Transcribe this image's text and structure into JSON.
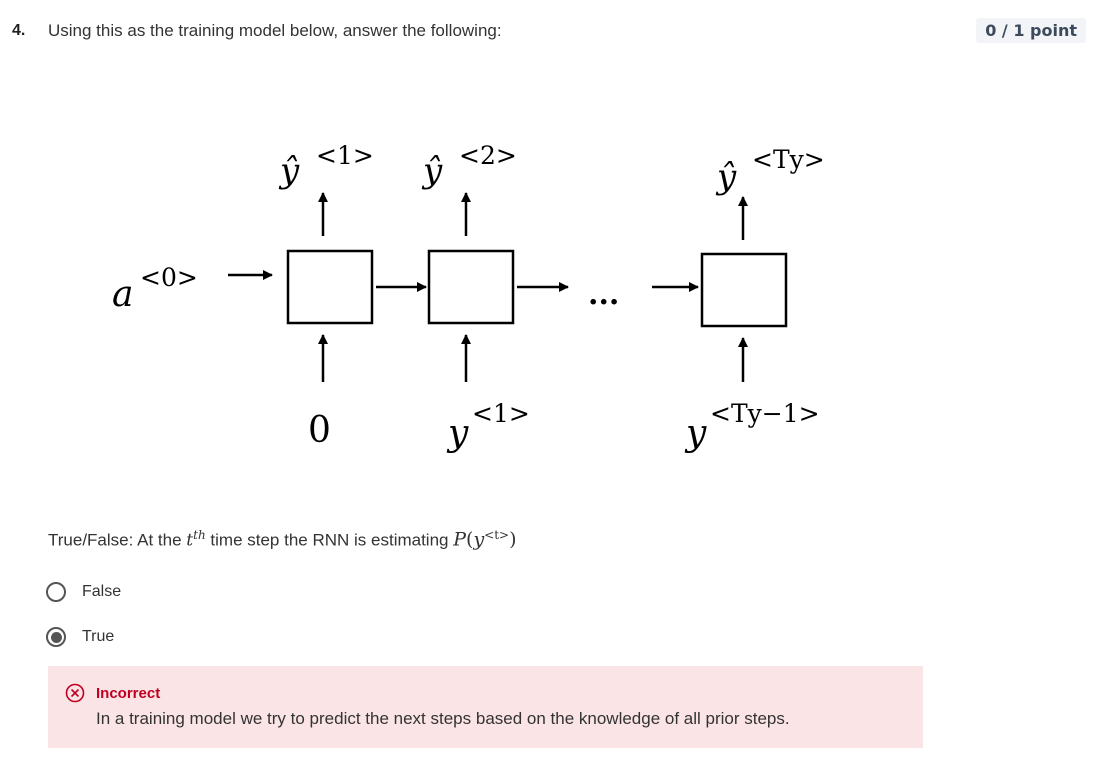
{
  "question": {
    "number": "4.",
    "text": "Using this as the training model below, answer the following:",
    "points": "0 / 1 point"
  },
  "diagram": {
    "a0": "a",
    "a0_sup": "<0>",
    "outputs": [
      {
        "base": "ŷ",
        "sup": "<1>"
      },
      {
        "base": "ŷ",
        "sup": "<2>"
      },
      {
        "base": "ŷ",
        "sup": "<Ty>"
      }
    ],
    "inputs": [
      {
        "base": "0",
        "sup": ""
      },
      {
        "base": "y",
        "sup": "<1>"
      },
      {
        "base": "y",
        "sup": "<Ty−1>"
      }
    ],
    "ellipsis": "..."
  },
  "statement": {
    "prefix": "True/False: At the ",
    "t": "t",
    "th": "th",
    "middle": " time step the RNN is estimating ",
    "P": "P",
    "open": "(",
    "y": "y",
    "sup": "<t>",
    "close": ")"
  },
  "options": [
    {
      "label": "False",
      "selected": false
    },
    {
      "label": "True",
      "selected": true
    }
  ],
  "feedback": {
    "status": "Incorrect",
    "explanation": "In a training model we try to predict the next steps based on the knowledge of all prior steps.",
    "color": "#c00020",
    "background": "#fbe4e6"
  }
}
